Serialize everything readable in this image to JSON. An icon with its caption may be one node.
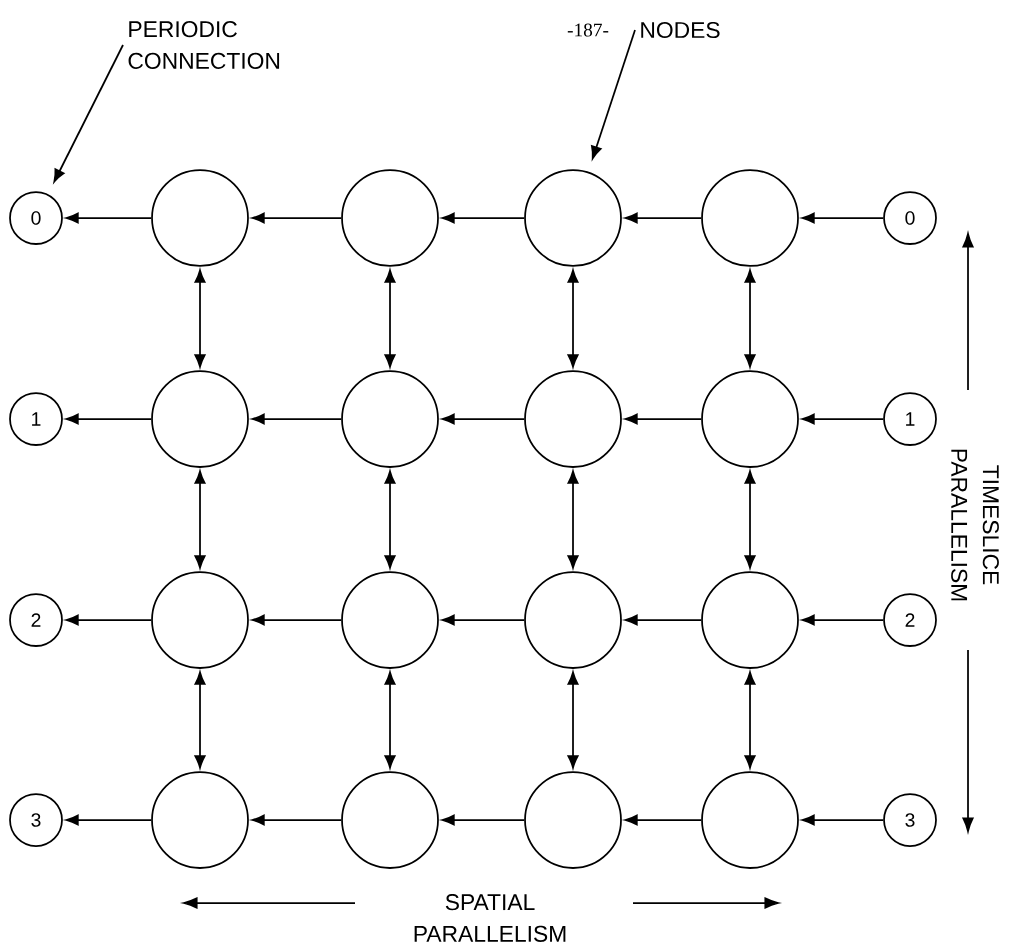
{
  "diagram": {
    "nodes": [
      {
        "text": [
          "PERIODIC CONNECTION"
        ]
      },
      {
        "text": [
          "NODES"
        ]
      },
      {
        "text": [
          "0"
        ]
      },
      {
        "text": [],
        "shape": "circle"
      },
      {
        "text": [],
        "shape": "circle"
      },
      {
        "text": [],
        "shape": "circle"
      },
      {
        "text": [],
        "shape": "circle"
      },
      {
        "text": [
          "0"
        ]
      },
      {
        "text": [
          "1"
        ]
      },
      {
        "text": [],
        "shape": "circle"
      },
      {
        "text": [],
        "shape": "circle"
      },
      {
        "text": [],
        "shape": "circle"
      },
      {
        "text": [],
        "shape": "circle"
      },
      {
        "text": [
          "1"
        ]
      },
      {
        "text": [
          "2"
        ]
      },
      {
        "text": [],
        "shape": "circle"
      },
      {
        "text": [],
        "shape": "circle"
      },
      {
        "text": [],
        "shape": "circle"
      },
      {
        "text": [],
        "shape": "circle"
      },
      {
        "text": [
          "2"
        ]
      },
      {
        "text": [
          "3"
        ]
      },
      {
        "text": [],
        "shape": "circle"
      },
      {
        "text": [],
        "shape": "circle"
      },
      {
        "text": [],
        "shape": "circle"
      },
      {
        "text": [],
        "shape": "circle"
      },
      {
        "text": [
          "3"
        ]
      }
    ],
    "edges": [
      {
        "from": 0,
        "to": 2,
        "arrow": "to"
      },
      {
        "from": 1,
        "to": 5,
        "arrow": "to"
      },
      {
        "from": 7,
        "to": 6,
        "arrow": "to"
      },
      {
        "from": 6,
        "to": 5,
        "arrow": "to"
      },
      {
        "from": 5,
        "to": 4,
        "arrow": "to"
      },
      {
        "from": 4,
        "to": 3,
        "arrow": "to"
      },
      {
        "from": 3,
        "to": 2,
        "arrow": "to"
      },
      {
        "from": 13,
        "to": 12,
        "arrow": "to"
      },
      {
        "from": 12,
        "to": 11,
        "arrow": "to"
      },
      {
        "from": 11,
        "to": 10,
        "arrow": "to"
      },
      {
        "from": 10,
        "to": 9,
        "arrow": "to"
      },
      {
        "from": 9,
        "to": 8,
        "arrow": "to"
      },
      {
        "from": 19,
        "to": 18,
        "arrow": "to"
      },
      {
        "from": 18,
        "to": 17,
        "arrow": "to"
      },
      {
        "from": 17,
        "to": 16,
        "arrow": "to"
      },
      {
        "from": 16,
        "to": 15,
        "arrow": "to"
      },
      {
        "from": 15,
        "to": 14,
        "arrow": "to"
      },
      {
        "from": 25,
        "to": 24,
        "arrow": "to"
      },
      {
        "from": 24,
        "to": 23,
        "arrow": "to"
      },
      {
        "from": 23,
        "to": 22,
        "arrow": "to"
      },
      {
        "from": 22,
        "to": 21,
        "arrow": "to"
      },
      {
        "from": 21,
        "to": 20,
        "arrow": "to"
      },
      {
        "from": 3,
        "to": 9,
        "arrow": "both"
      },
      {
        "from": 4,
        "to": 10,
        "arrow": "both"
      },
      {
        "from": 5,
        "to": 11,
        "arrow": "both"
      },
      {
        "from": 6,
        "to": 12,
        "arrow": "both"
      },
      {
        "from": 9,
        "to": 15,
        "arrow": "both"
      },
      {
        "from": 10,
        "to": 16,
        "arrow": "both"
      },
      {
        "from": 11,
        "to": 17,
        "arrow": "both"
      },
      {
        "from": 12,
        "to": 18,
        "arrow": "both"
      },
      {
        "from": 15,
        "to": 21,
        "arrow": "both"
      },
      {
        "from": 16,
        "to": 22,
        "arrow": "both"
      },
      {
        "from": 17,
        "to": 23,
        "arrow": "both"
      },
      {
        "from": 18,
        "to": 24,
        "arrow": "both"
      }
    ],
    "labels": [
      "-187-",
      "TIMESLICE PARALLELISM",
      "SPATIAL PARALLELISM"
    ]
  }
}
